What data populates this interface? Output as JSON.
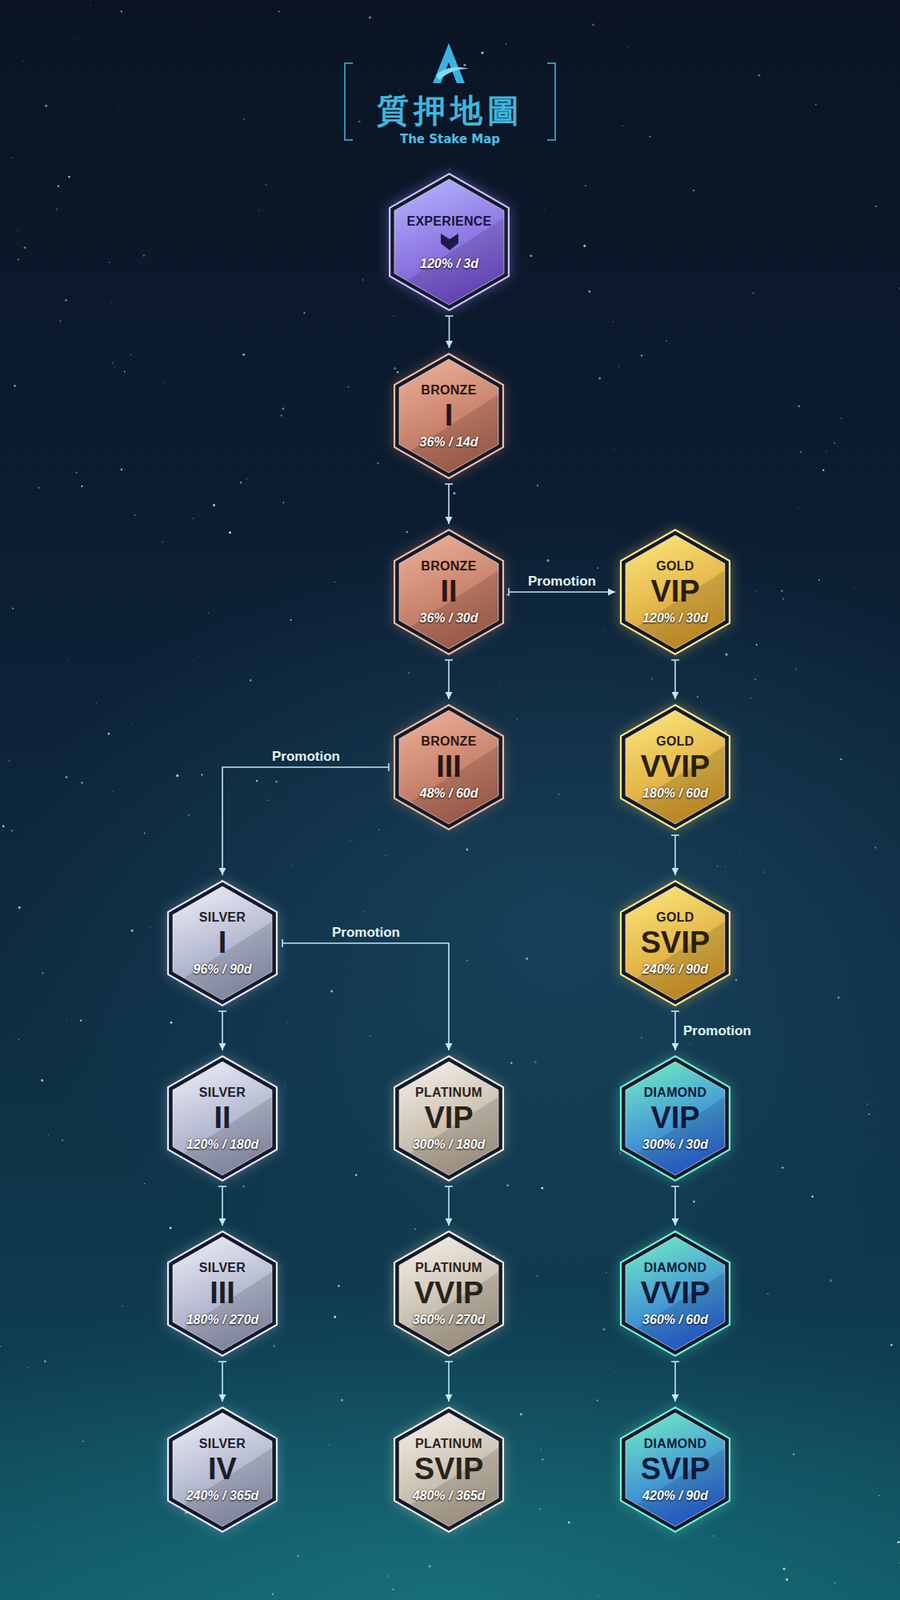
{
  "diagram": {
    "title": "質押地圖",
    "nodes": [
      {
        "text": [
          "EXPERIENCE",
          "120% / 3d"
        ]
      },
      {
        "text": [
          "BRONZE",
          "I",
          "36% / 14d"
        ]
      },
      {
        "text": [
          "BRONZE",
          "II",
          "36% / 30d"
        ]
      },
      {
        "text": [
          "GOLD",
          "VIP",
          "120% / 30d"
        ]
      },
      {
        "text": [
          "BRONZE",
          "III",
          "48% / 60d"
        ]
      },
      {
        "text": [
          "GOLD",
          "VVIP",
          "180% / 60d"
        ]
      },
      {
        "text": [
          "SILVER",
          "I",
          "96% / 90d"
        ]
      },
      {
        "text": [
          "GOLD",
          "SVIP",
          "240% / 90d"
        ]
      },
      {
        "text": [
          "SILVER",
          "II",
          "120% / 180d"
        ]
      },
      {
        "text": [
          "PLATINUM",
          "VIP",
          "300% / 180d"
        ]
      },
      {
        "text": [
          "DIAMOND",
          "VIP",
          "300% / 30d"
        ]
      },
      {
        "text": [
          "SILVER",
          "III",
          "180% / 270d"
        ]
      },
      {
        "text": [
          "PLATINUM",
          "VVIP",
          "360% / 270d"
        ]
      },
      {
        "text": [
          "DIAMOND",
          "VVIP",
          "360% / 60d"
        ]
      },
      {
        "text": [
          "SILVER",
          "IV",
          "240% / 365d"
        ]
      },
      {
        "text": [
          "PLATINUM",
          "SVIP",
          "480% / 365d"
        ]
      },
      {
        "text": [
          "DIAMOND",
          "SVIP",
          "420% / 90d"
        ]
      }
    ],
    "edges": [
      {
        "from": 0,
        "to": 1,
        "arrow": "to"
      },
      {
        "from": 1,
        "to": 2,
        "arrow": "to"
      },
      {
        "from": 2,
        "to": 3,
        "label": "Promotion",
        "arrow": "to"
      },
      {
        "from": 2,
        "to": 4,
        "arrow": "to"
      },
      {
        "from": 3,
        "to": 5,
        "arrow": "to"
      },
      {
        "from": 4,
        "to": 6,
        "label": "Promotion",
        "arrow": "to"
      },
      {
        "from": 5,
        "to": 7,
        "arrow": "to"
      },
      {
        "from": 6,
        "to": 8,
        "arrow": "to"
      },
      {
        "from": 6,
        "to": 9,
        "label": "Promotion",
        "arrow": "to"
      },
      {
        "from": 7,
        "to": 10,
        "label": "Promotion",
        "arrow": "to"
      },
      {
        "from": 8,
        "to": 11,
        "arrow": "to"
      },
      {
        "from": 9,
        "to": 12,
        "arrow": "to"
      },
      {
        "from": 10,
        "to": 13,
        "arrow": "to"
      },
      {
        "from": 11,
        "to": 14,
        "arrow": "to"
      },
      {
        "from": 12,
        "to": 15,
        "arrow": "to"
      },
      {
        "from": 13,
        "to": 16,
        "arrow": "to"
      }
    ],
    "labels": [
      "The Stake Map"
    ]
  }
}
